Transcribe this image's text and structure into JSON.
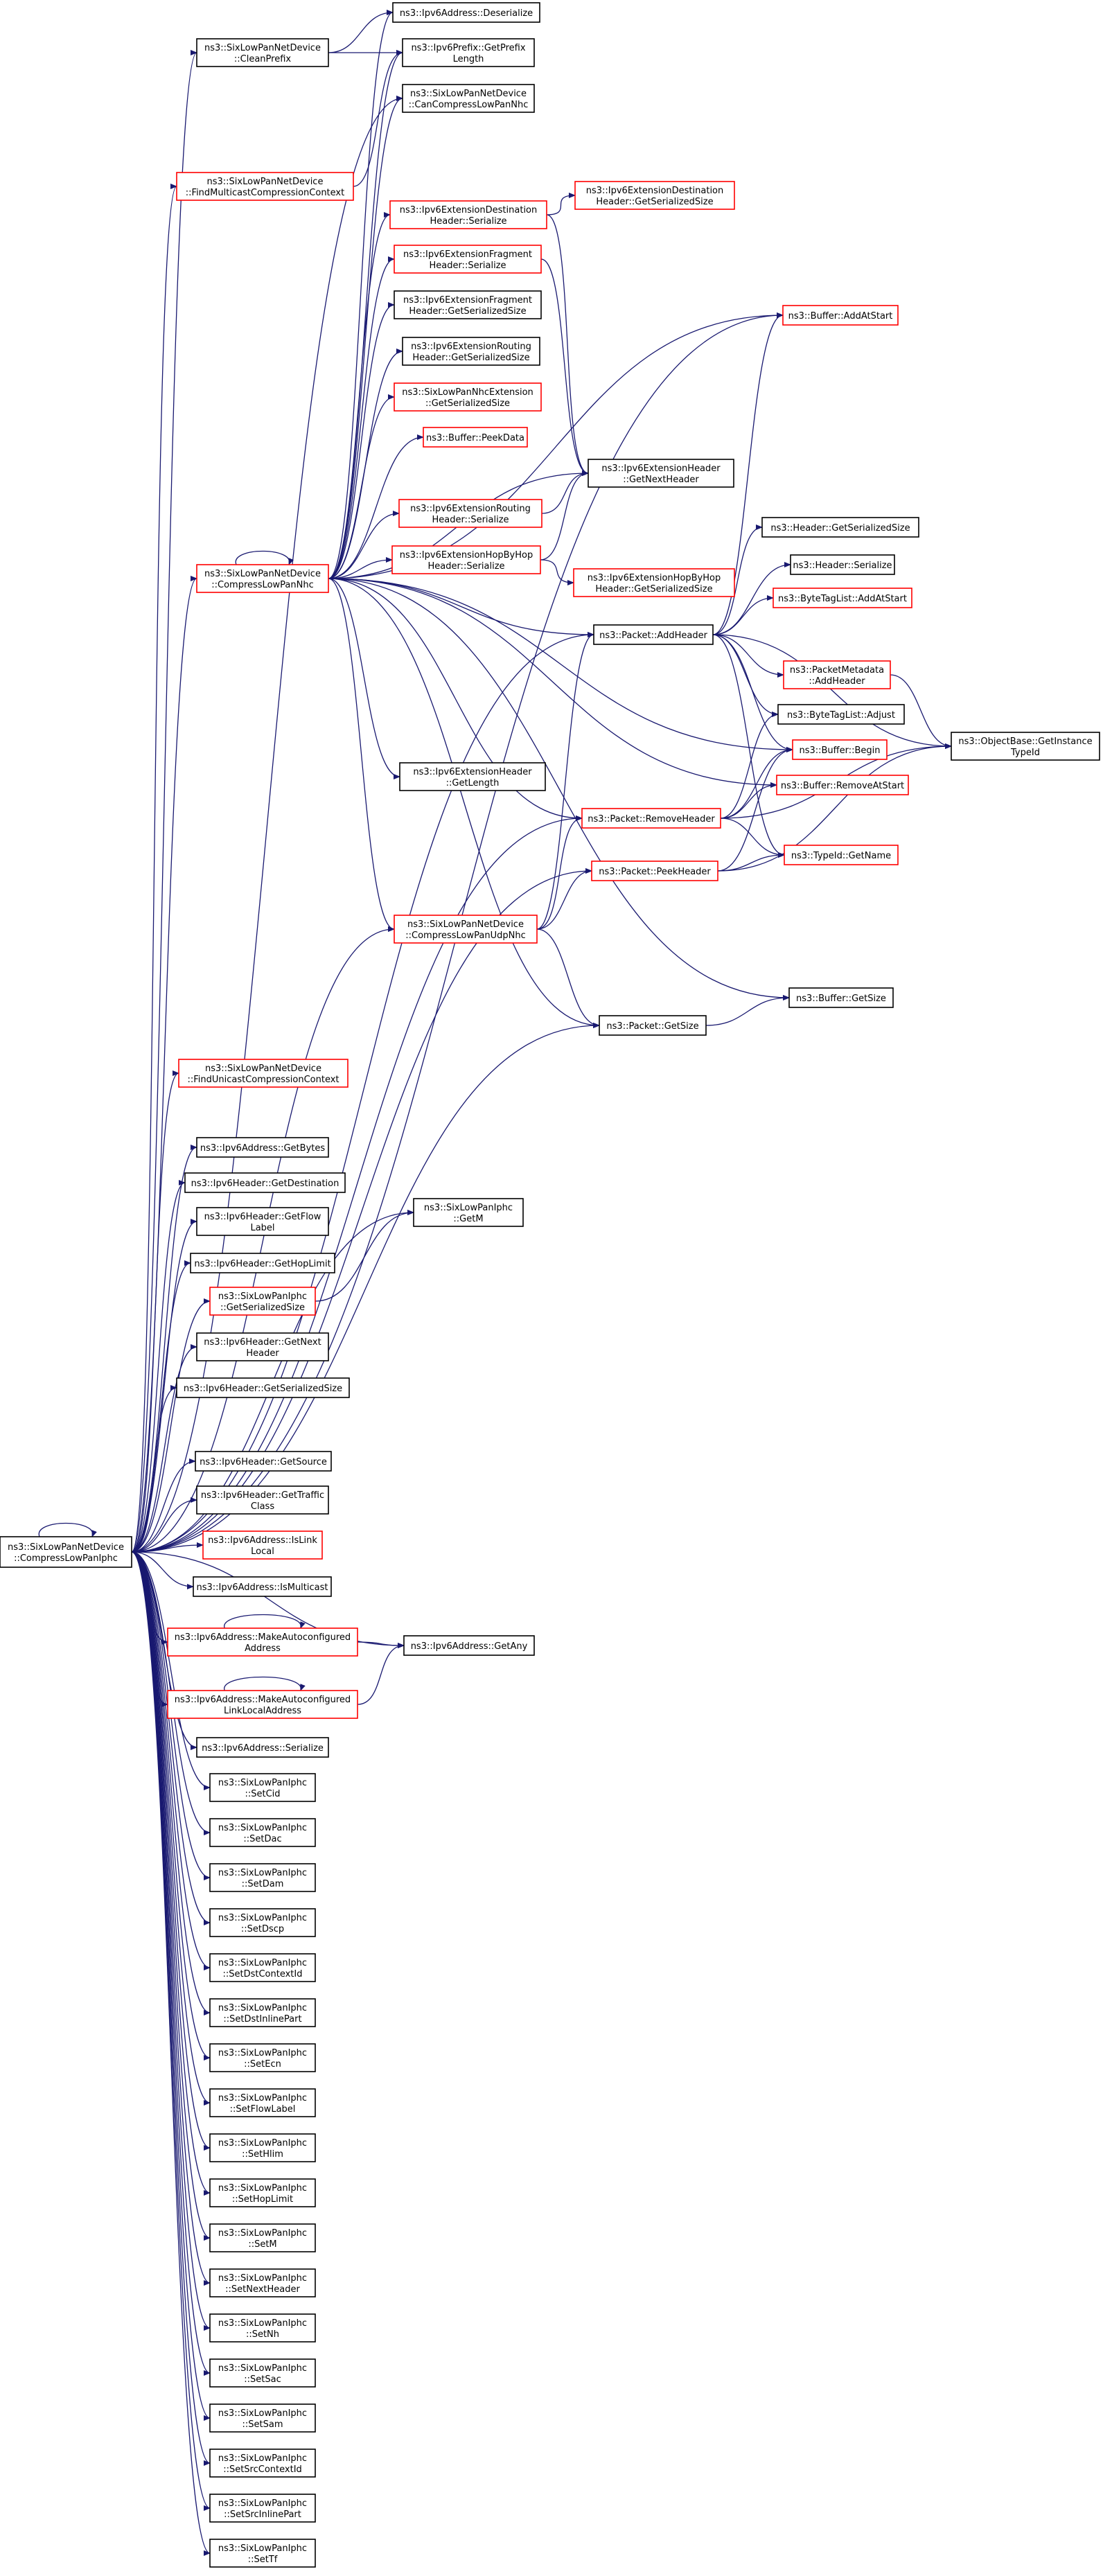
{
  "colors": {
    "edge": "#191970",
    "node_border_black": "#000000",
    "node_border_red": "#ff0000",
    "root_fill": "#bfbfbf",
    "background": "#ffffff"
  },
  "nodes": {
    "root": {
      "lines": [
        "ns3::SixLowPanNetDevice",
        "::CompressLowPanIphc"
      ],
      "border": "black",
      "root": true
    },
    "clean_prefix": {
      "lines": [
        "ns3::SixLowPanNetDevice",
        "::CleanPrefix"
      ],
      "border": "black"
    },
    "ipv6addr_deserialize": {
      "lines": [
        "ns3::Ipv6Address::Deserialize"
      ],
      "border": "black"
    },
    "ipv6prefix_getprefixlength": {
      "lines": [
        "ns3::Ipv6Prefix::GetPrefix",
        "Length"
      ],
      "border": "black"
    },
    "can_compress_nhc": {
      "lines": [
        "ns3::SixLowPanNetDevice",
        "::CanCompressLowPanNhc"
      ],
      "border": "black"
    },
    "find_multicast_ctx": {
      "lines": [
        "ns3::SixLowPanNetDevice",
        "::FindMulticastCompressionContext"
      ],
      "border": "red"
    },
    "ext_dest_serialize": {
      "lines": [
        "ns3::Ipv6ExtensionDestination",
        "Header::Serialize"
      ],
      "border": "red"
    },
    "ext_dest_getsize": {
      "lines": [
        "ns3::Ipv6ExtensionDestination",
        "Header::GetSerializedSize"
      ],
      "border": "red"
    },
    "buffer_addatstart": {
      "lines": [
        "ns3::Buffer::AddAtStart"
      ],
      "border": "red"
    },
    "ext_frag_serialize": {
      "lines": [
        "ns3::Ipv6ExtensionFragment",
        "Header::Serialize"
      ],
      "border": "red"
    },
    "ext_frag_getsize": {
      "lines": [
        "ns3::Ipv6ExtensionFragment",
        "Header::GetSerializedSize"
      ],
      "border": "black"
    },
    "ext_routing_getsize": {
      "lines": [
        "ns3::Ipv6ExtensionRouting",
        "Header::GetSerializedSize"
      ],
      "border": "black"
    },
    "nhc_ext_getsize": {
      "lines": [
        "ns3::SixLowPanNhcExtension",
        "::GetSerializedSize"
      ],
      "border": "red"
    },
    "buffer_peekdata": {
      "lines": [
        "ns3::Buffer::PeekData"
      ],
      "border": "red"
    },
    "ext_header_getnext": {
      "lines": [
        "ns3::Ipv6ExtensionHeader",
        "::GetNextHeader"
      ],
      "border": "black"
    },
    "ext_routing_serialize": {
      "lines": [
        "ns3::Ipv6ExtensionRouting",
        "Header::Serialize"
      ],
      "border": "red"
    },
    "header_getsize": {
      "lines": [
        "ns3::Header::GetSerializedSize"
      ],
      "border": "black"
    },
    "ext_hbh_serialize": {
      "lines": [
        "ns3::Ipv6ExtensionHopByHop",
        "Header::Serialize"
      ],
      "border": "red"
    },
    "compress_nhc": {
      "lines": [
        "ns3::SixLowPanNetDevice",
        "::CompressLowPanNhc"
      ],
      "border": "red"
    },
    "header_serialize": {
      "lines": [
        "ns3::Header::Serialize"
      ],
      "border": "black"
    },
    "ext_hbh_getsize": {
      "lines": [
        "ns3::Ipv6ExtensionHopByHop",
        "Header::GetSerializedSize"
      ],
      "border": "red"
    },
    "bytetaglist_addatstart": {
      "lines": [
        "ns3::ByteTagList::AddAtStart"
      ],
      "border": "red"
    },
    "packet_addheader": {
      "lines": [
        "ns3::Packet::AddHeader"
      ],
      "border": "black"
    },
    "packetmetadata_addheader": {
      "lines": [
        "ns3::PacketMetadata",
        "::AddHeader"
      ],
      "border": "red"
    },
    "bytetaglist_adjust": {
      "lines": [
        "ns3::ByteTagList::Adjust"
      ],
      "border": "black"
    },
    "objectbase_gettypeid": {
      "lines": [
        "ns3::ObjectBase::GetInstance",
        "TypeId"
      ],
      "border": "black"
    },
    "buffer_begin": {
      "lines": [
        "ns3::Buffer::Begin"
      ],
      "border": "red"
    },
    "ext_header_getlength": {
      "lines": [
        "ns3::Ipv6ExtensionHeader",
        "::GetLength"
      ],
      "border": "black"
    },
    "buffer_removeatstart": {
      "lines": [
        "ns3::Buffer::RemoveAtStart"
      ],
      "border": "red"
    },
    "packet_removeheader": {
      "lines": [
        "ns3::Packet::RemoveHeader"
      ],
      "border": "red"
    },
    "typeid_getname": {
      "lines": [
        "ns3::TypeId::GetName"
      ],
      "border": "red"
    },
    "packet_peekheader": {
      "lines": [
        "ns3::Packet::PeekHeader"
      ],
      "border": "red"
    },
    "compress_udp_nhc": {
      "lines": [
        "ns3::SixLowPanNetDevice",
        "::CompressLowPanUdpNhc"
      ],
      "border": "red"
    },
    "buffer_getsize": {
      "lines": [
        "ns3::Buffer::GetSize"
      ],
      "border": "black"
    },
    "packet_getsize": {
      "lines": [
        "ns3::Packet::GetSize"
      ],
      "border": "black"
    },
    "find_unicast_ctx": {
      "lines": [
        "ns3::SixLowPanNetDevice",
        "::FindUnicastCompressionContext"
      ],
      "border": "red"
    },
    "ipv6addr_getbytes": {
      "lines": [
        "ns3::Ipv6Address::GetBytes"
      ],
      "border": "black"
    },
    "ipv6hdr_getdest": {
      "lines": [
        "ns3::Ipv6Header::GetDestination"
      ],
      "border": "black"
    },
    "ipv6hdr_getflowlabel": {
      "lines": [
        "ns3::Ipv6Header::GetFlow",
        "Label"
      ],
      "border": "black"
    },
    "iphc_getm": {
      "lines": [
        "ns3::SixLowPanIphc",
        "::GetM"
      ],
      "border": "black"
    },
    "ipv6hdr_gethoplimit": {
      "lines": [
        "ns3::Ipv6Header::GetHopLimit"
      ],
      "border": "black"
    },
    "iphc_getsize": {
      "lines": [
        "ns3::SixLowPanIphc",
        "::GetSerializedSize"
      ],
      "border": "red"
    },
    "ipv6hdr_getnextheader": {
      "lines": [
        "ns3::Ipv6Header::GetNext",
        "Header"
      ],
      "border": "black"
    },
    "ipv6hdr_getsize": {
      "lines": [
        "ns3::Ipv6Header::GetSerializedSize"
      ],
      "border": "black"
    },
    "ipv6hdr_getsource": {
      "lines": [
        "ns3::Ipv6Header::GetSource"
      ],
      "border": "black"
    },
    "ipv6hdr_gettrafficclass": {
      "lines": [
        "ns3::Ipv6Header::GetTraffic",
        "Class"
      ],
      "border": "black"
    },
    "ipv6addr_islinklocal": {
      "lines": [
        "ns3::Ipv6Address::IsLink",
        "Local"
      ],
      "border": "red"
    },
    "ipv6addr_ismulticast": {
      "lines": [
        "ns3::Ipv6Address::IsMulticast"
      ],
      "border": "black"
    },
    "ipv6addr_makeautoconf": {
      "lines": [
        "ns3::Ipv6Address::MakeAutoconfigured",
        "Address"
      ],
      "border": "red"
    },
    "ipv6addr_getany": {
      "lines": [
        "ns3::Ipv6Address::GetAny"
      ],
      "border": "black"
    },
    "ipv6addr_makeautoconf_ll": {
      "lines": [
        "ns3::Ipv6Address::MakeAutoconfigured",
        "LinkLocalAddress"
      ],
      "border": "red"
    },
    "ipv6addr_serialize": {
      "lines": [
        "ns3::Ipv6Address::Serialize"
      ],
      "border": "black"
    },
    "iphc_setcid": {
      "lines": [
        "ns3::SixLowPanIphc",
        "::SetCid"
      ],
      "border": "black"
    },
    "iphc_setdac": {
      "lines": [
        "ns3::SixLowPanIphc",
        "::SetDac"
      ],
      "border": "black"
    },
    "iphc_setdam": {
      "lines": [
        "ns3::SixLowPanIphc",
        "::SetDam"
      ],
      "border": "black"
    },
    "iphc_setdscp": {
      "lines": [
        "ns3::SixLowPanIphc",
        "::SetDscp"
      ],
      "border": "black"
    },
    "iphc_setdstcontextid": {
      "lines": [
        "ns3::SixLowPanIphc",
        "::SetDstContextId"
      ],
      "border": "black"
    },
    "iphc_setdstinlinepart": {
      "lines": [
        "ns3::SixLowPanIphc",
        "::SetDstInlinePart"
      ],
      "border": "black"
    },
    "iphc_setecn": {
      "lines": [
        "ns3::SixLowPanIphc",
        "::SetEcn"
      ],
      "border": "black"
    },
    "iphc_setflowlabel": {
      "lines": [
        "ns3::SixLowPanIphc",
        "::SetFlowLabel"
      ],
      "border": "black"
    },
    "iphc_sethlim": {
      "lines": [
        "ns3::SixLowPanIphc",
        "::SetHlim"
      ],
      "border": "black"
    },
    "iphc_sethoplimit": {
      "lines": [
        "ns3::SixLowPanIphc",
        "::SetHopLimit"
      ],
      "border": "black"
    },
    "iphc_setm": {
      "lines": [
        "ns3::SixLowPanIphc",
        "::SetM"
      ],
      "border": "black"
    },
    "iphc_setnextheader": {
      "lines": [
        "ns3::SixLowPanIphc",
        "::SetNextHeader"
      ],
      "border": "black"
    },
    "iphc_setnh": {
      "lines": [
        "ns3::SixLowPanIphc",
        "::SetNh"
      ],
      "border": "black"
    },
    "iphc_setsac": {
      "lines": [
        "ns3::SixLowPanIphc",
        "::SetSac"
      ],
      "border": "black"
    },
    "iphc_setsam": {
      "lines": [
        "ns3::SixLowPanIphc",
        "::SetSam"
      ],
      "border": "black"
    },
    "iphc_setsrccontextid": {
      "lines": [
        "ns3::SixLowPanIphc",
        "::SetSrcContextId"
      ],
      "border": "black"
    },
    "iphc_setsrcinlinepart": {
      "lines": [
        "ns3::SixLowPanIphc",
        "::SetSrcInlinePart"
      ],
      "border": "black"
    },
    "iphc_settf": {
      "lines": [
        "ns3::SixLowPanIphc",
        "::SetTf"
      ],
      "border": "black"
    }
  },
  "edges": [
    [
      "root",
      "root"
    ],
    [
      "root",
      "clean_prefix"
    ],
    [
      "root",
      "find_multicast_ctx"
    ],
    [
      "root",
      "can_compress_nhc"
    ],
    [
      "root",
      "compress_nhc"
    ],
    [
      "root",
      "buffer_addatstart"
    ],
    [
      "root",
      "packet_addheader"
    ],
    [
      "root",
      "packet_removeheader"
    ],
    [
      "root",
      "packet_peekheader"
    ],
    [
      "root",
      "compress_udp_nhc"
    ],
    [
      "root",
      "packet_getsize"
    ],
    [
      "root",
      "find_unicast_ctx"
    ],
    [
      "root",
      "ipv6addr_getbytes"
    ],
    [
      "root",
      "ipv6hdr_getdest"
    ],
    [
      "root",
      "ipv6hdr_getflowlabel"
    ],
    [
      "root",
      "iphc_getm"
    ],
    [
      "root",
      "ipv6hdr_gethoplimit"
    ],
    [
      "root",
      "iphc_getsize"
    ],
    [
      "root",
      "ipv6hdr_getnextheader"
    ],
    [
      "root",
      "ipv6hdr_getsize"
    ],
    [
      "root",
      "ipv6hdr_getsource"
    ],
    [
      "root",
      "ipv6hdr_gettrafficclass"
    ],
    [
      "root",
      "ipv6addr_islinklocal"
    ],
    [
      "root",
      "ipv6addr_ismulticast"
    ],
    [
      "root",
      "ipv6addr_makeautoconf"
    ],
    [
      "root",
      "ipv6addr_getany"
    ],
    [
      "root",
      "ipv6addr_makeautoconf_ll"
    ],
    [
      "root",
      "ipv6addr_serialize"
    ],
    [
      "root",
      "iphc_setcid"
    ],
    [
      "root",
      "iphc_setdac"
    ],
    [
      "root",
      "iphc_setdam"
    ],
    [
      "root",
      "iphc_setdscp"
    ],
    [
      "root",
      "iphc_setdstcontextid"
    ],
    [
      "root",
      "iphc_setdstinlinepart"
    ],
    [
      "root",
      "iphc_setecn"
    ],
    [
      "root",
      "iphc_setflowlabel"
    ],
    [
      "root",
      "iphc_sethlim"
    ],
    [
      "root",
      "iphc_sethoplimit"
    ],
    [
      "root",
      "iphc_setm"
    ],
    [
      "root",
      "iphc_setnextheader"
    ],
    [
      "root",
      "iphc_setnh"
    ],
    [
      "root",
      "iphc_setsac"
    ],
    [
      "root",
      "iphc_setsam"
    ],
    [
      "root",
      "iphc_setsrccontextid"
    ],
    [
      "root",
      "iphc_setsrcinlinepart"
    ],
    [
      "root",
      "iphc_settf"
    ],
    [
      "clean_prefix",
      "ipv6addr_deserialize"
    ],
    [
      "clean_prefix",
      "ipv6prefix_getprefixlength"
    ],
    [
      "find_multicast_ctx",
      "ipv6prefix_getprefixlength"
    ],
    [
      "compress_nhc",
      "compress_nhc"
    ],
    [
      "compress_nhc",
      "ipv6addr_deserialize"
    ],
    [
      "compress_nhc",
      "ipv6prefix_getprefixlength"
    ],
    [
      "compress_nhc",
      "can_compress_nhc"
    ],
    [
      "compress_nhc",
      "buffer_addatstart"
    ],
    [
      "compress_nhc",
      "ext_dest_serialize"
    ],
    [
      "compress_nhc",
      "ext_frag_serialize"
    ],
    [
      "compress_nhc",
      "ext_frag_getsize"
    ],
    [
      "compress_nhc",
      "ext_routing_getsize"
    ],
    [
      "compress_nhc",
      "nhc_ext_getsize"
    ],
    [
      "compress_nhc",
      "buffer_peekdata"
    ],
    [
      "compress_nhc",
      "ext_header_getnext"
    ],
    [
      "compress_nhc",
      "ext_routing_serialize"
    ],
    [
      "compress_nhc",
      "ext_hbh_serialize"
    ],
    [
      "compress_nhc",
      "packet_addheader"
    ],
    [
      "compress_nhc",
      "buffer_begin"
    ],
    [
      "compress_nhc",
      "ext_header_getlength"
    ],
    [
      "compress_nhc",
      "buffer_removeatstart"
    ],
    [
      "compress_nhc",
      "packet_removeheader"
    ],
    [
      "compress_nhc",
      "compress_udp_nhc"
    ],
    [
      "compress_nhc",
      "buffer_getsize"
    ],
    [
      "compress_nhc",
      "packet_getsize"
    ],
    [
      "ext_dest_serialize",
      "ext_dest_getsize"
    ],
    [
      "ext_dest_serialize",
      "ext_header_getnext"
    ],
    [
      "ext_frag_serialize",
      "ext_header_getnext"
    ],
    [
      "ext_routing_serialize",
      "ext_header_getnext"
    ],
    [
      "ext_hbh_serialize",
      "ext_header_getnext"
    ],
    [
      "ext_hbh_serialize",
      "ext_hbh_getsize"
    ],
    [
      "packet_addheader",
      "buffer_addatstart"
    ],
    [
      "packet_addheader",
      "header_getsize"
    ],
    [
      "packet_addheader",
      "header_serialize"
    ],
    [
      "packet_addheader",
      "bytetaglist_addatstart"
    ],
    [
      "packet_addheader",
      "packetmetadata_addheader"
    ],
    [
      "packet_addheader",
      "bytetaglist_adjust"
    ],
    [
      "packet_addheader",
      "buffer_begin"
    ],
    [
      "packet_addheader",
      "objectbase_gettypeid"
    ],
    [
      "packet_addheader",
      "typeid_getname"
    ],
    [
      "packetmetadata_addheader",
      "objectbase_gettypeid"
    ],
    [
      "packet_removeheader",
      "buffer_begin"
    ],
    [
      "packet_removeheader",
      "bytetaglist_adjust"
    ],
    [
      "packet_removeheader",
      "buffer_removeatstart"
    ],
    [
      "packet_removeheader",
      "typeid_getname"
    ],
    [
      "packet_removeheader",
      "objectbase_gettypeid"
    ],
    [
      "packet_peekheader",
      "buffer_begin"
    ],
    [
      "packet_peekheader",
      "typeid_getname"
    ],
    [
      "packet_peekheader",
      "objectbase_gettypeid"
    ],
    [
      "compress_udp_nhc",
      "packet_addheader"
    ],
    [
      "compress_udp_nhc",
      "packet_removeheader"
    ],
    [
      "compress_udp_nhc",
      "packet_peekheader"
    ],
    [
      "compress_udp_nhc",
      "packet_getsize"
    ],
    [
      "packet_getsize",
      "buffer_getsize"
    ],
    [
      "iphc_getsize",
      "iphc_getm"
    ],
    [
      "ipv6addr_makeautoconf",
      "ipv6addr_makeautoconf"
    ],
    [
      "ipv6addr_makeautoconf",
      "ipv6addr_getany"
    ],
    [
      "ipv6addr_makeautoconf_ll",
      "ipv6addr_makeautoconf_ll"
    ],
    [
      "ipv6addr_makeautoconf_ll",
      "ipv6addr_getany"
    ]
  ]
}
